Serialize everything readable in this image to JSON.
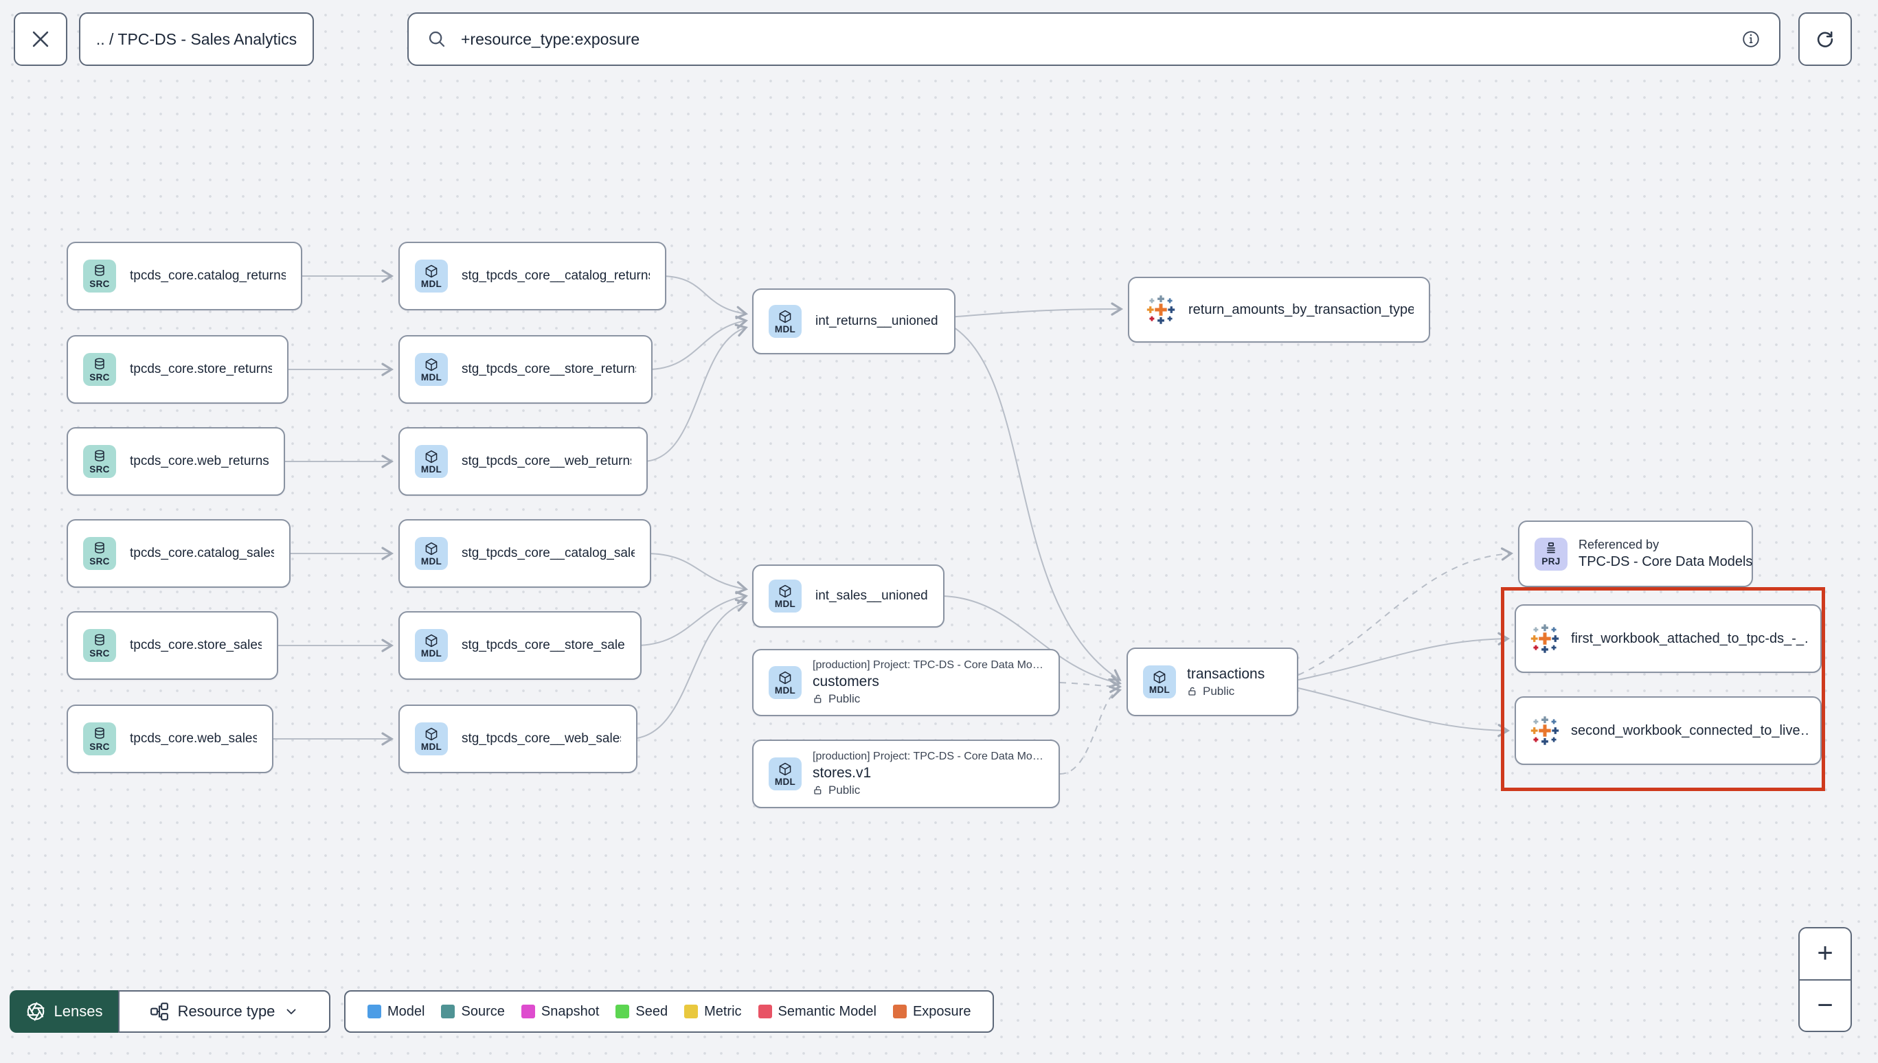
{
  "topbar": {
    "breadcrumb": ".. / TPC-DS - Sales Analytics",
    "search_value": "+resource_type:exposure"
  },
  "graph": {
    "badges": {
      "source": "SRC",
      "model": "MDL",
      "project": "PRJ"
    },
    "source_nodes": [
      "tpcds_core.catalog_returns",
      "tpcds_core.store_returns",
      "tpcds_core.web_returns",
      "tpcds_core.catalog_sales",
      "tpcds_core.store_sales",
      "tpcds_core.web_sales"
    ],
    "staging_nodes": [
      "stg_tpcds_core__catalog_returns",
      "stg_tpcds_core__store_returns",
      "stg_tpcds_core__web_returns",
      "stg_tpcds_core__catalog_sales",
      "stg_tpcds_core__store_sales",
      "stg_tpcds_core__web_sales"
    ],
    "int_returns": "int_returns__unioned",
    "int_sales": "int_sales__unioned",
    "cross_project_models": [
      {
        "project": "[production] Project: TPC-DS - Core Data Mo…",
        "name": "customers",
        "access": "Public"
      },
      {
        "project": "[production] Project: TPC-DS - Core Data Mo…",
        "name": "stores.v1",
        "access": "Public"
      }
    ],
    "transactions": {
      "name": "transactions",
      "access": "Public"
    },
    "referenced_by": {
      "title": "Referenced by",
      "name": "TPC-DS - Core Data Models"
    },
    "exposures": {
      "return_amounts": "return_amounts_by_transaction_type",
      "workbook_1": "first_workbook_attached_to_tpc-ds_-_…",
      "workbook_2": "second_workbook_connected_to_live…"
    },
    "highlight_color": "#cf3a1d"
  },
  "footer": {
    "lenses_label": "Lenses",
    "resource_type_label": "Resource type",
    "legend": [
      {
        "label": "Model",
        "color": "#4c9de6"
      },
      {
        "label": "Source",
        "color": "#4f9394"
      },
      {
        "label": "Snapshot",
        "color": "#de4cce"
      },
      {
        "label": "Seed",
        "color": "#5cd551"
      },
      {
        "label": "Metric",
        "color": "#e9c83e"
      },
      {
        "label": "Semantic Model",
        "color": "#e85365"
      },
      {
        "label": "Exposure",
        "color": "#df6f3d"
      }
    ],
    "zoom_in_label": "+",
    "zoom_out_label": "−"
  }
}
